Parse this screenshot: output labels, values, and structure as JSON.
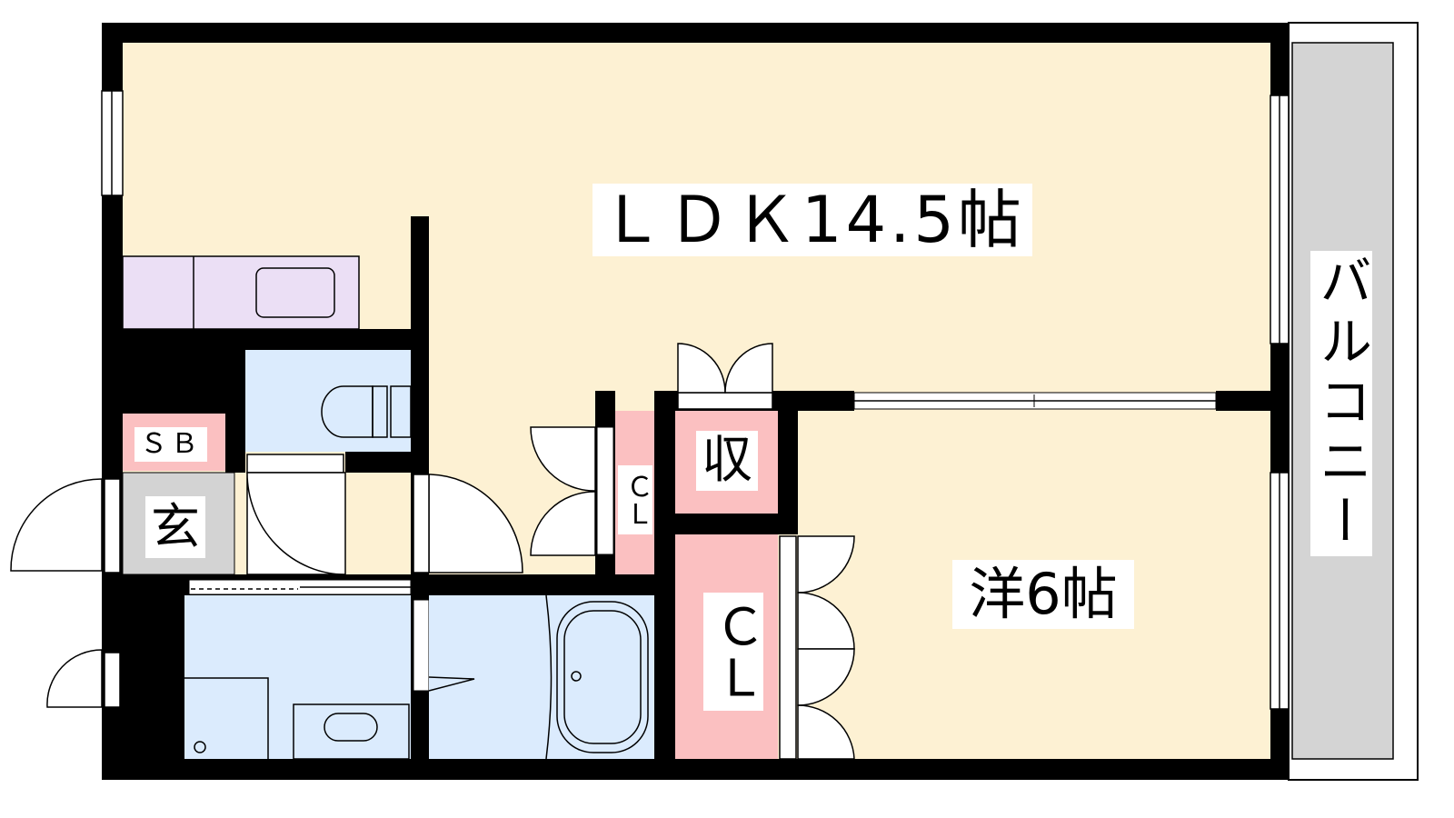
{
  "rooms": {
    "ldk": "ＬＤＫ14.5帖",
    "western": "洋6帖",
    "balcony": "バルコニー",
    "storage": "収",
    "closet_small": "ＣＬ",
    "closet_large": "ＣＬ",
    "shoe_box": "ＳＢ",
    "entrance": "玄"
  },
  "colors": {
    "floor": "#fdf1d3",
    "storage": "#fbc0c1",
    "wet_area": "#dbebfd",
    "kitchen": "#ebdff5",
    "entrance": "#d3d3d3",
    "balcony": "#d4d4d4",
    "wall": "#000000"
  }
}
